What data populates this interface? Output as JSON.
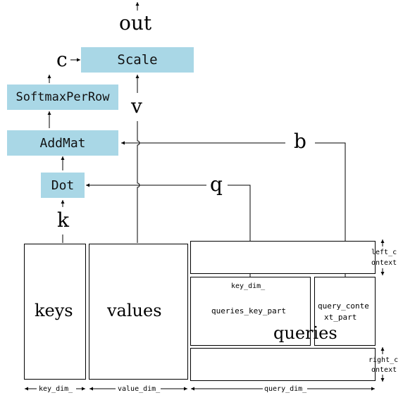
{
  "nodes": {
    "scale": "Scale",
    "softmax": "SoftmaxPerRow",
    "addmat": "AddMat",
    "dot": "Dot"
  },
  "labels": {
    "out": "out",
    "c": "c",
    "v": "v",
    "b": "b",
    "q": "q",
    "k": "k"
  },
  "blocks": {
    "keys": "keys",
    "values": "values",
    "queries": "queries",
    "queries_key_part": "queries_key_part",
    "query_context_part_1": "query_conte",
    "query_context_part_2": "xt_part",
    "left_context_1": "left_c",
    "left_context_2": "ontext",
    "right_context_1": "right_c",
    "right_context_2": "ontext"
  },
  "dims": {
    "key_dim_inner": "key_dim_",
    "key_dim": "key_dim_",
    "value_dim": "value_dim_",
    "query_dim": "query_dim_"
  }
}
